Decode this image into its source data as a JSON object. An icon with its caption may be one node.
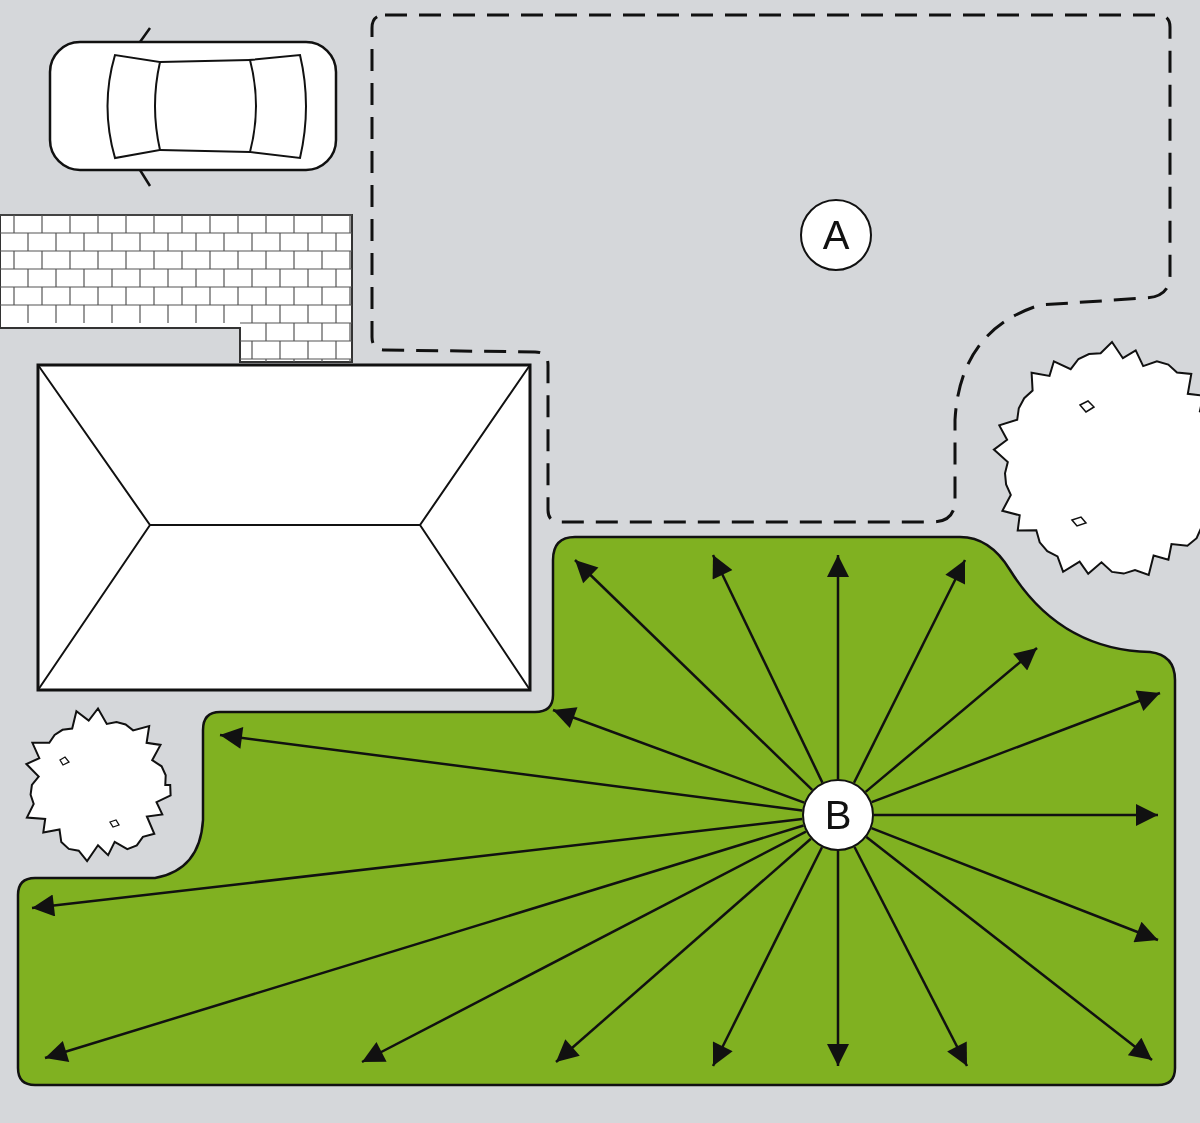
{
  "diagram": {
    "nodes": [
      {
        "text": [
          "A"
        ]
      },
      {
        "text": [
          "B"
        ]
      }
    ],
    "edges": [
      {
        "from": 1,
        "to": null,
        "arrow": "to"
      },
      {
        "from": 1,
        "to": null,
        "arrow": "to"
      },
      {
        "from": 1,
        "to": null,
        "arrow": "to"
      },
      {
        "from": 1,
        "to": null,
        "arrow": "to"
      },
      {
        "from": 1,
        "to": null,
        "arrow": "to"
      },
      {
        "from": 1,
        "to": null,
        "arrow": "to"
      },
      {
        "from": 1,
        "to": null,
        "arrow": "to"
      },
      {
        "from": 1,
        "to": null,
        "arrow": "to"
      },
      {
        "from": 1,
        "to": null,
        "arrow": "to"
      },
      {
        "from": 1,
        "to": null,
        "arrow": "to"
      },
      {
        "from": 1,
        "to": null,
        "arrow": "to"
      },
      {
        "from": 1,
        "to": null,
        "arrow": "to"
      },
      {
        "from": 1,
        "to": null,
        "arrow": "to"
      },
      {
        "from": 1,
        "to": null,
        "arrow": "to"
      },
      {
        "from": 1,
        "to": null,
        "arrow": "to"
      },
      {
        "from": 1,
        "to": null,
        "arrow": "to"
      },
      {
        "from": 1,
        "to": null,
        "arrow": "to"
      },
      {
        "from": 1,
        "to": null,
        "arrow": "to"
      }
    ]
  }
}
